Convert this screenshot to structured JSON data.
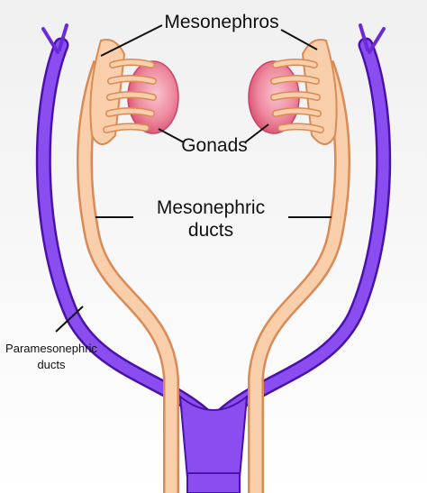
{
  "labels": {
    "mesonephros": "Mesonephros",
    "gonads": "Gonads",
    "mesonephric_line1": "Mesonephric",
    "mesonephric_line2": "ducts",
    "paramesonephric_line1": "Paramesonephric",
    "paramesonephric_line2": "ducts"
  },
  "colors": {
    "paramesonephric": "#7f3fe6",
    "paramesonephric_dark": "#5b1fc4",
    "mesonephric": "#f7c59f",
    "mesonephric_edge": "#e0935e",
    "gonad": "#e86a86",
    "gonad_light": "#f6b0c1",
    "background_top": "#f3f3f3"
  }
}
